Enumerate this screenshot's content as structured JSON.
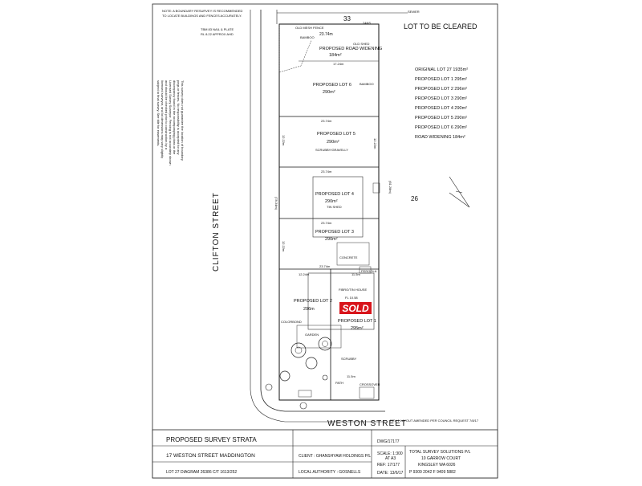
{
  "notes": {
    "resurvey": [
      "NOTE: A BOUNDARY RESURVEY IS RECOMMENDED",
      "TO LOCATE BUILDINGS AND FENCES ACCURATELY."
    ],
    "tbm": "TBM 83 NAIL & PLATE",
    "tbm_rl": "RL 8.22 APPROX AHD",
    "side_note": [
      "This survey does not guarantee the location of boundary",
      "pegs or fences. No responsibility is accepted for any",
      "discrepancy found in the accompanying plans or the",
      "Licensed Survey Surveyor. Fencing is not accurately shown",
      "and should be checked prior to construction by a",
      "licensed surveyor, and lot dimensions may vary slightly",
      "subject to final survey. See title for easements."
    ]
  },
  "map": {
    "lot33": "33",
    "lot33_sub": "24NS",
    "sewer": "SEWER",
    "lot_to_be_cleared": "LOT TO BE CLEARED",
    "lot26": "26",
    "clifton": "CLIFTON   STREET",
    "weston": "WESTON  STREET",
    "sold": "SOLD",
    "road_widening": {
      "label": "PROPOSED ROAD WIDENING",
      "area": "184m²"
    },
    "lots": [
      {
        "label": "PROPOSED LOT 6",
        "area": "290m²"
      },
      {
        "label": "PROPOSED LOT 5",
        "area": "290m²",
        "note": "SCRUBBY/GRAVELLY"
      },
      {
        "label": "PROPOSED LOT 4",
        "area": "290m²",
        "note": "TIN SHED"
      },
      {
        "label": "PROPOSED LOT 3",
        "area": "290m²"
      },
      {
        "label": "PROPOSED LOT 2",
        "area": "296m"
      },
      {
        "label": "PROPOSED LOT 1",
        "area": "295m²",
        "note": "FIBRO/TIN HOUSE",
        "fl": "FL 10.58"
      }
    ],
    "dims": {
      "top": "23.74m",
      "rw_inner": "17.24m",
      "l5": "23.74m",
      "l4": "23.74m",
      "l3": "23.74m",
      "l2": "23.74m",
      "l2w": "12.24m",
      "l1w": "11.5m",
      "bottom": "11.5m",
      "left1": "(78.34m)",
      "left2": "12.22m",
      "left3": "12.22m",
      "right1": "(61.28m)",
      "right2": "12.22m"
    },
    "small_labels": {
      "old_mesh_fence": "OLD MESH FENCE",
      "bamboo": "BAMBOO",
      "old_shed": "OLD SHED",
      "concrete": "CONCRETE",
      "pergola": "PERGOLA",
      "scrubby": "SCRUBBY",
      "crossover": "CROSSOVER",
      "colorbond": "COLORBOND",
      "path": "PATH",
      "garden": "GARDEN"
    },
    "revision": "REV 1 LAYOUT AMENDED PER COUNCIL REQUEST 7/8/17"
  },
  "legend": [
    {
      "text": "ORIGINAL LOT 27 1935m²"
    },
    {
      "text": "PROPOSED LOT 1 295m²"
    },
    {
      "text": "PROPOSED LOT 2 296m²"
    },
    {
      "text": "PROPOSED LOT 3 290m²"
    },
    {
      "text": "PROPOSED LOT 4 290m²"
    },
    {
      "text": "PROPOSED LOT 5 290m²"
    },
    {
      "text": "PROPOSED LOT 6 290m²"
    },
    {
      "text": "ROAD WIDENING 184m²"
    }
  ],
  "titleblock": {
    "title": "PROPOSED SURVEY STRATA",
    "address": "17 WESTON STREET MADDINGTON",
    "lot_ref": "LOT 27 DIAGRAM 26386 C/T 1613/252",
    "client": "CLIENT : GHANSHYAM HOLDINGS P/L",
    "authority": "LOCAL AUTHORITY : GOSNELLS",
    "dwg": "DWG/17177",
    "scale": "SCALE: 1:300",
    "scale2": "AT A3",
    "ref": "REF: 17/177",
    "date": "DATE: 13/6/17",
    "company": "TOTAL SURVEY SOLUTIONS P/L",
    "addr1": "10 GARROW COURT",
    "addr2": "KINGSLEY WA 6026",
    "phone": "P 9309 2042 F 9409 5882"
  }
}
